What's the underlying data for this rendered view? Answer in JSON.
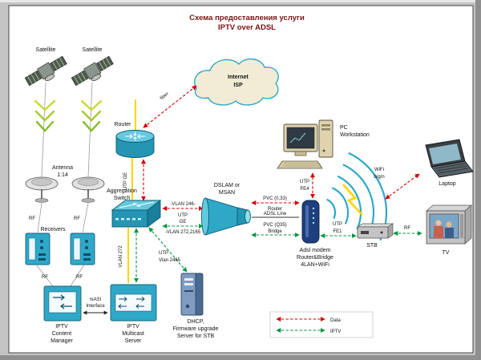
{
  "title": {
    "line1": "Схема предоставления услуги",
    "line2": "IPTV over ADSL"
  },
  "nodes": {
    "satellite_left": "Satellite",
    "satellite_right": "Satellite",
    "antenna_line1": "Antenna",
    "antenna_line2": "1:14",
    "receivers": "Receivers",
    "router": "Router",
    "switch_line1": "Aggregation",
    "switch_line2": "Switch",
    "cloud_line1": "Internet",
    "cloud_line2": "ISP",
    "dslam_line1": "DSLAM or",
    "dslam_line2": "MSAN",
    "pc_line1": "PC",
    "pc_line2": "Workstation",
    "laptop": "Laptop",
    "wifi_line1": "WiFi",
    "wifi_line2": "b/g/n",
    "modem_line1": "Adsl modem",
    "modem_line2": "Router&Bridge",
    "modem_line3": "4LAN+WiFi",
    "stb": "STB",
    "tv": "TV",
    "cm_line1": "IPTV",
    "cm_line2": "Content",
    "cm_line3": "Manager",
    "rxasi_line1": "rxASI",
    "rxasi_line2": "Interface",
    "mcast_line1": "IPTV",
    "mcast_line2": "Multicast",
    "mcast_line3": "Server",
    "dhcp_line1": "DHCP,",
    "dhcp_line2": "Firmware upgrade",
    "dhcp_line3": "Server for STB"
  },
  "links": {
    "fiber": "fiber",
    "utp_ge": "UTP GE",
    "rf": "RF",
    "utp": "UTP",
    "ge": "GE",
    "fe4": "FE4",
    "fe1": "FE1",
    "vlan246": "-VLAN 246-",
    "vlan272_2165": "-VLAN 272,2165",
    "vlan272": "VLAN 272",
    "vlan2465": "Vlan 2465",
    "pvc033": "PVC (0,33)",
    "pvc033_mode": "Router",
    "adsl_line": "ADSL Line",
    "pvc_q35": "PVC (Q35)",
    "pvc_q35_mode": "Bridge"
  },
  "legend": {
    "data": "Data",
    "iptv": "IPTV"
  },
  "colors": {
    "data_link": "#d40000",
    "iptv_link": "#00963c",
    "fiber_link": "#ffd400",
    "device": "#2fa8c8",
    "title": "#7a1212"
  }
}
